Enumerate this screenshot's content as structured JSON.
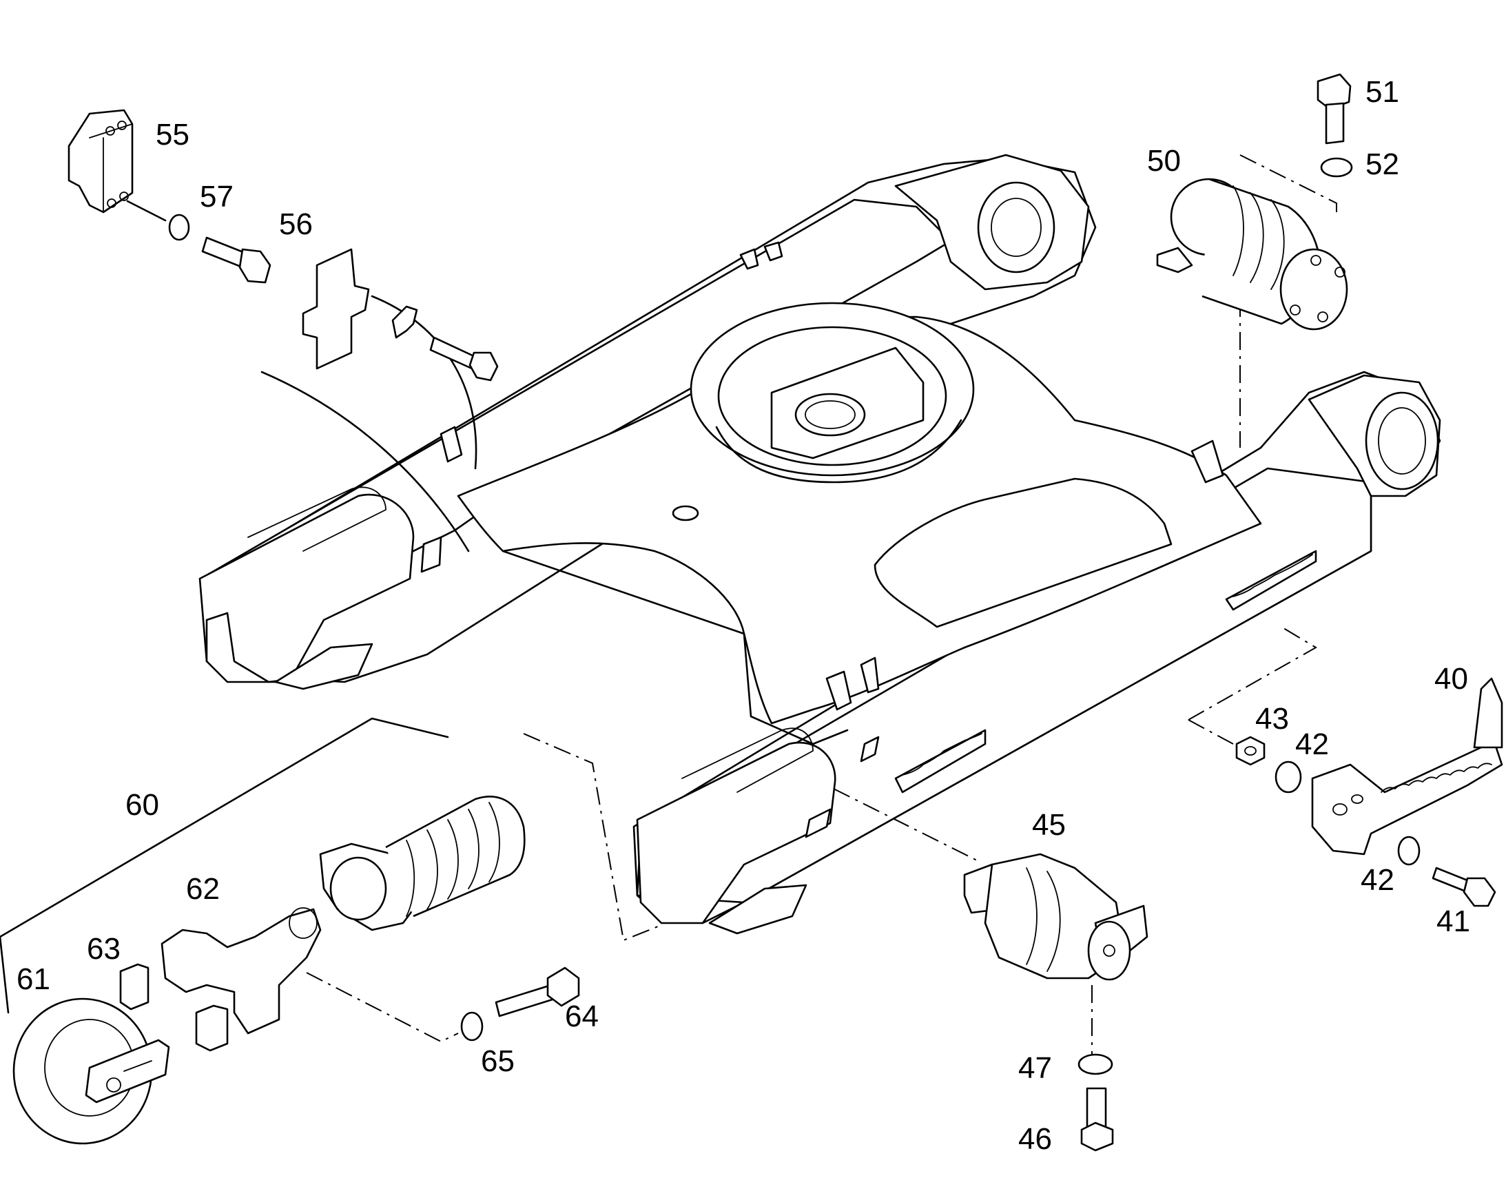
{
  "diagram": {
    "labels": [
      {
        "id": "55",
        "text": "55"
      },
      {
        "id": "57",
        "text": "57"
      },
      {
        "id": "56",
        "text": "56"
      },
      {
        "id": "51",
        "text": "51"
      },
      {
        "id": "52",
        "text": "52"
      },
      {
        "id": "50",
        "text": "50"
      },
      {
        "id": "40",
        "text": "40"
      },
      {
        "id": "43",
        "text": "43"
      },
      {
        "id": "42a",
        "text": "42"
      },
      {
        "id": "42b",
        "text": "42"
      },
      {
        "id": "41",
        "text": "41"
      },
      {
        "id": "45",
        "text": "45"
      },
      {
        "id": "47",
        "text": "47"
      },
      {
        "id": "46",
        "text": "46"
      },
      {
        "id": "60",
        "text": "60"
      },
      {
        "id": "62",
        "text": "62"
      },
      {
        "id": "63",
        "text": "63"
      },
      {
        "id": "61",
        "text": "61"
      },
      {
        "id": "64",
        "text": "64"
      },
      {
        "id": "65",
        "text": "65"
      }
    ]
  }
}
